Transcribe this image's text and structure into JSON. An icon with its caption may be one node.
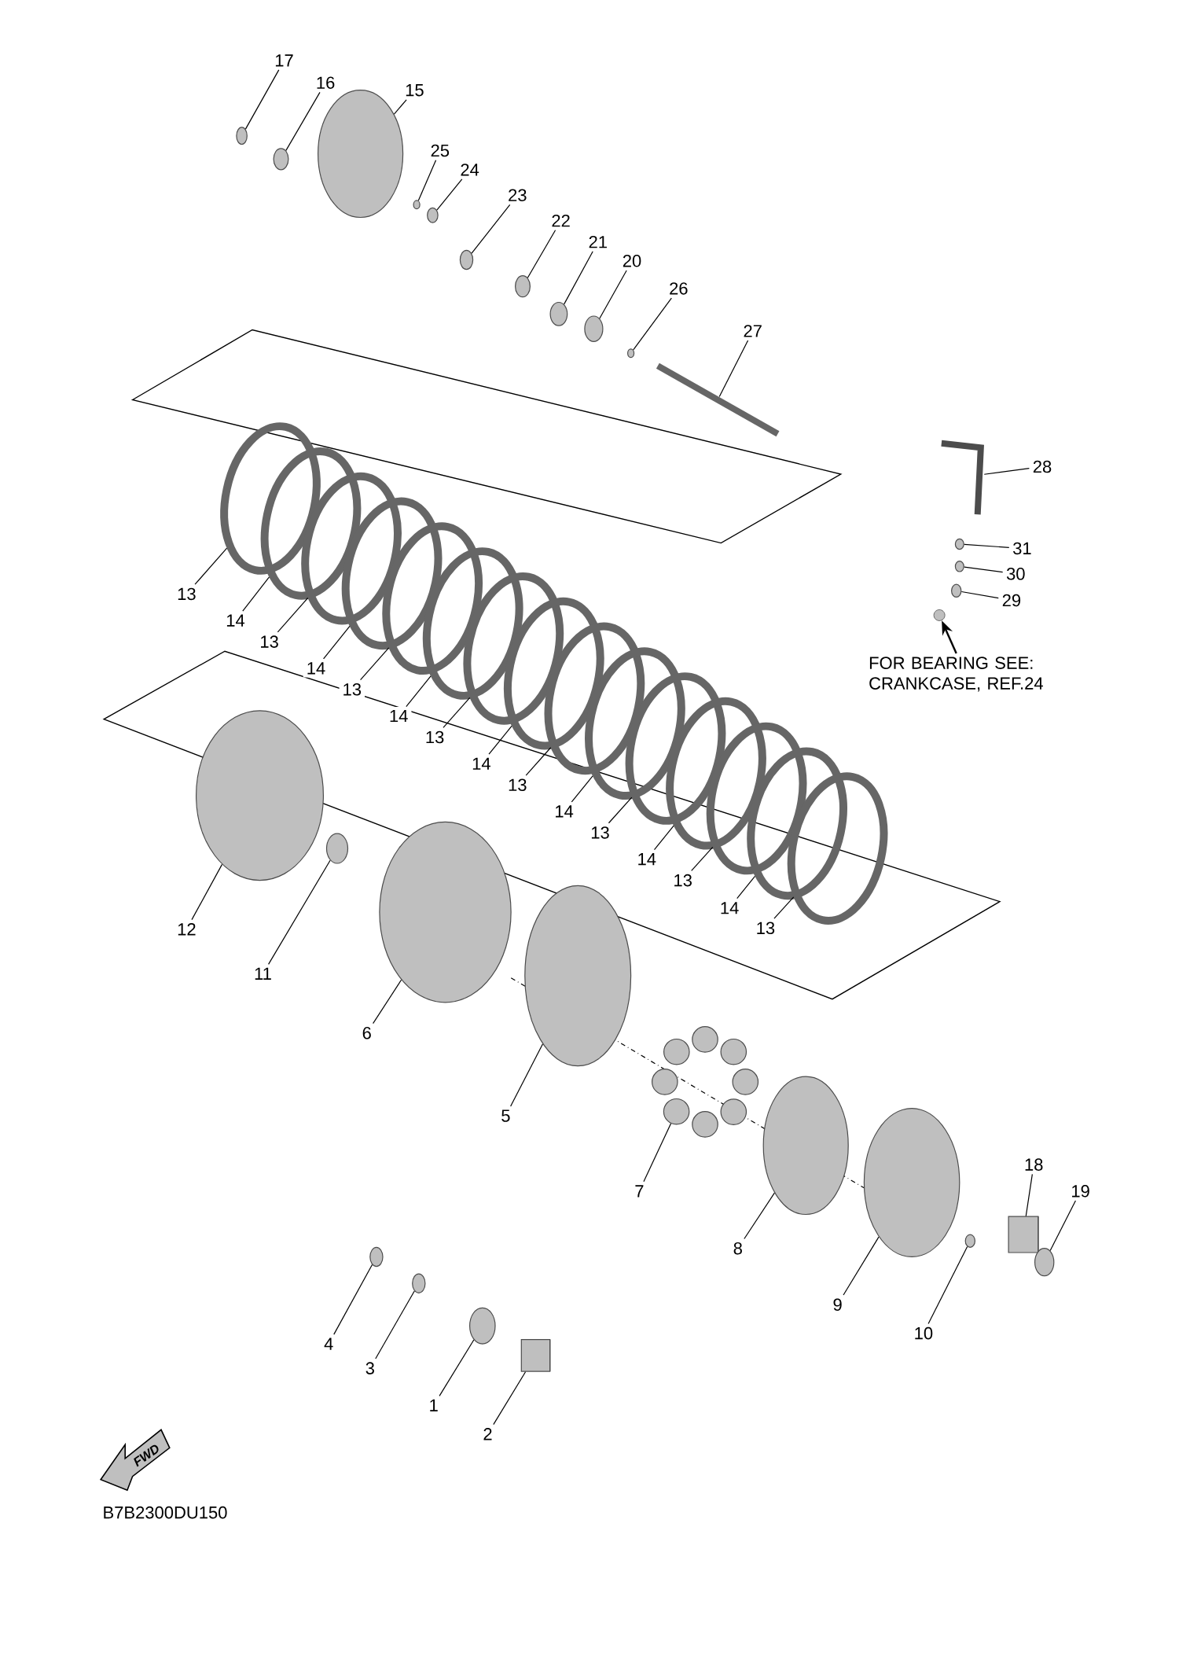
{
  "diagram": {
    "nodes": [
      {
        "text": [
          "17"
        ]
      },
      {
        "text": [
          "16"
        ]
      },
      {
        "text": [
          "15"
        ]
      },
      {
        "text": [
          "25"
        ]
      },
      {
        "text": [
          "24"
        ]
      },
      {
        "text": [
          "23"
        ]
      },
      {
        "text": [
          "22"
        ]
      },
      {
        "text": [
          "21"
        ]
      },
      {
        "text": [
          "20"
        ]
      },
      {
        "text": [
          "26"
        ]
      },
      {
        "text": [
          "27"
        ]
      },
      {
        "text": [
          "28"
        ]
      },
      {
        "text": [
          "31"
        ]
      },
      {
        "text": [
          "30"
        ]
      },
      {
        "text": [
          "29"
        ]
      },
      {
        "text": [
          "13"
        ]
      },
      {
        "text": [
          "14"
        ]
      },
      {
        "text": [
          "13"
        ]
      },
      {
        "text": [
          "14"
        ]
      },
      {
        "text": [
          "13"
        ]
      },
      {
        "text": [
          "14"
        ]
      },
      {
        "text": [
          "13"
        ]
      },
      {
        "text": [
          "14"
        ]
      },
      {
        "text": [
          "13"
        ]
      },
      {
        "text": [
          "14"
        ]
      },
      {
        "text": [
          "13"
        ]
      },
      {
        "text": [
          "14"
        ]
      },
      {
        "text": [
          "13"
        ]
      },
      {
        "text": [
          "14"
        ]
      },
      {
        "text": [
          "13"
        ]
      },
      {
        "text": [
          "12"
        ]
      },
      {
        "text": [
          "11"
        ]
      },
      {
        "text": [
          "6"
        ]
      },
      {
        "text": [
          "5"
        ]
      },
      {
        "text": [
          "7"
        ]
      },
      {
        "text": [
          "8"
        ]
      },
      {
        "text": [
          "9"
        ]
      },
      {
        "text": [
          "10"
        ]
      },
      {
        "text": [
          "18"
        ]
      },
      {
        "text": [
          "19"
        ]
      },
      {
        "text": [
          "4"
        ]
      },
      {
        "text": [
          "3"
        ]
      },
      {
        "text": [
          "1"
        ]
      },
      {
        "text": [
          "2"
        ]
      },
      {
        "text": [
          "FOR BEARING SEE: CRANKCASE, REF.24"
        ]
      },
      {
        "text": [],
        "shape": "circle"
      },
      {
        "text": [],
        "shape": "circle"
      },
      {
        "text": [],
        "shape": "circle"
      },
      {
        "text": [],
        "shape": "circle"
      },
      {
        "text": [],
        "shape": "circle"
      },
      {
        "text": [],
        "shape": "circle"
      },
      {
        "text": [],
        "shape": "circle"
      },
      {
        "text": [],
        "shape": "circle"
      },
      {
        "text": [],
        "shape": "circle"
      },
      {
        "text": [],
        "shape": "circle"
      },
      {
        "text": [],
        "shape": "circle"
      },
      {
        "text": [],
        "shape": "bar"
      },
      {
        "text": [],
        "shape": "picture"
      },
      {
        "text": [],
        "shape": "circle"
      },
      {
        "text": [],
        "shape": "circle"
      },
      {
        "text": [],
        "shape": "circle"
      },
      {
        "text": [],
        "shape": "circle"
      },
      {
        "text": [],
        "shape": "circle"
      },
      {
        "text": [],
        "shape": "circle"
      },
      {
        "text": [],
        "shape": "circle"
      },
      {
        "text": [],
        "shape": "circle"
      },
      {
        "text": [],
        "shape": "circle"
      },
      {
        "text": [],
        "shape": "circle"
      },
      {
        "text": [],
        "shape": "circle"
      },
      {
        "text": [],
        "shape": "circle"
      },
      {
        "text": [],
        "shape": "circle"
      },
      {
        "text": [],
        "shape": "circle"
      },
      {
        "text": [],
        "shape": "circle"
      },
      {
        "text": [],
        "shape": "circle"
      },
      {
        "text": [],
        "shape": "circle"
      },
      {
        "text": [],
        "shape": "circle"
      },
      {
        "text": [],
        "shape": "circle"
      },
      {
        "text": [],
        "shape": "circle"
      },
      {
        "text": [],
        "shape": "circle"
      },
      {
        "text": [],
        "shape": "circle"
      },
      {
        "text": [],
        "shape": "circle"
      },
      {
        "text": [],
        "shape": "circle"
      },
      {
        "text": [],
        "shape": "circle"
      },
      {
        "text": [],
        "shape": "circle"
      },
      {
        "text": [],
        "shape": "cylinder"
      },
      {
        "text": [],
        "shape": "circle"
      },
      {
        "text": [],
        "shape": "circle"
      },
      {
        "text": [],
        "shape": "circle"
      },
      {
        "text": [],
        "shape": "circle"
      },
      {
        "text": [],
        "shape": "cylinder"
      }
    ],
    "edges": [
      {
        "from": 0,
        "to": 46,
        "arrow": "none"
      },
      {
        "from": 1,
        "to": 47,
        "arrow": "none"
      },
      {
        "from": 2,
        "to": 48,
        "arrow": "none"
      },
      {
        "from": 3,
        "to": 49,
        "arrow": "none"
      },
      {
        "from": 4,
        "to": 50,
        "arrow": "none"
      },
      {
        "from": 5,
        "to": 51,
        "arrow": "none"
      },
      {
        "from": 6,
        "to": 52,
        "arrow": "none"
      },
      {
        "from": 7,
        "to": 53,
        "arrow": "none"
      },
      {
        "from": 8,
        "to": 54,
        "arrow": "none"
      },
      {
        "from": 9,
        "to": 55,
        "arrow": "none"
      },
      {
        "from": 10,
        "to": 56,
        "arrow": "none"
      },
      {
        "from": 11,
        "to": 57,
        "arrow": "none"
      },
      {
        "from": 12,
        "to": 58,
        "arrow": "none"
      },
      {
        "from": 13,
        "to": 59,
        "arrow": "none"
      },
      {
        "from": 14,
        "to": 60,
        "arrow": "none"
      },
      {
        "from": 15,
        "to": 61,
        "arrow": "none"
      },
      {
        "from": 16,
        "to": 62,
        "arrow": "none"
      },
      {
        "from": 17,
        "to": 63,
        "arrow": "none"
      },
      {
        "from": 18,
        "to": 64,
        "arrow": "none"
      },
      {
        "from": 19,
        "to": 65,
        "arrow": "none"
      },
      {
        "from": 20,
        "to": 66,
        "arrow": "none"
      },
      {
        "from": 21,
        "to": 67,
        "arrow": "none"
      },
      {
        "from": 22,
        "to": 68,
        "arrow": "none"
      },
      {
        "from": 23,
        "to": 69,
        "arrow": "none"
      },
      {
        "from": 24,
        "to": 70,
        "arrow": "none"
      },
      {
        "from": 25,
        "to": 71,
        "arrow": "none"
      },
      {
        "from": 26,
        "to": 72,
        "arrow": "none"
      },
      {
        "from": 27,
        "to": 73,
        "arrow": "none"
      },
      {
        "from": 28,
        "to": 74,
        "arrow": "none"
      },
      {
        "from": 29,
        "to": 75,
        "arrow": "none"
      },
      {
        "from": 30,
        "to": 76,
        "arrow": "none"
      },
      {
        "from": 31,
        "to": 77,
        "arrow": "none"
      },
      {
        "from": 32,
        "to": 78,
        "arrow": "none"
      },
      {
        "from": 33,
        "to": 79,
        "arrow": "none"
      },
      {
        "from": 34,
        "to": 80,
        "arrow": "none"
      },
      {
        "from": 35,
        "to": 81,
        "arrow": "none"
      },
      {
        "from": 36,
        "to": 82,
        "arrow": "none"
      },
      {
        "from": 37,
        "to": 83,
        "arrow": "none"
      },
      {
        "from": 38,
        "to": 84,
        "arrow": "none"
      },
      {
        "from": 39,
        "to": 85,
        "arrow": "none"
      },
      {
        "from": 40,
        "to": 86,
        "arrow": "none"
      },
      {
        "from": 41,
        "to": 87,
        "arrow": "none"
      },
      {
        "from": 42,
        "to": 88,
        "arrow": "none"
      },
      {
        "from": 43,
        "to": 89,
        "arrow": "none"
      },
      {
        "from": 44,
        "to": 45,
        "arrow": "to"
      }
    ],
    "labels": [
      "FWD",
      "B7B2300DU150"
    ]
  }
}
